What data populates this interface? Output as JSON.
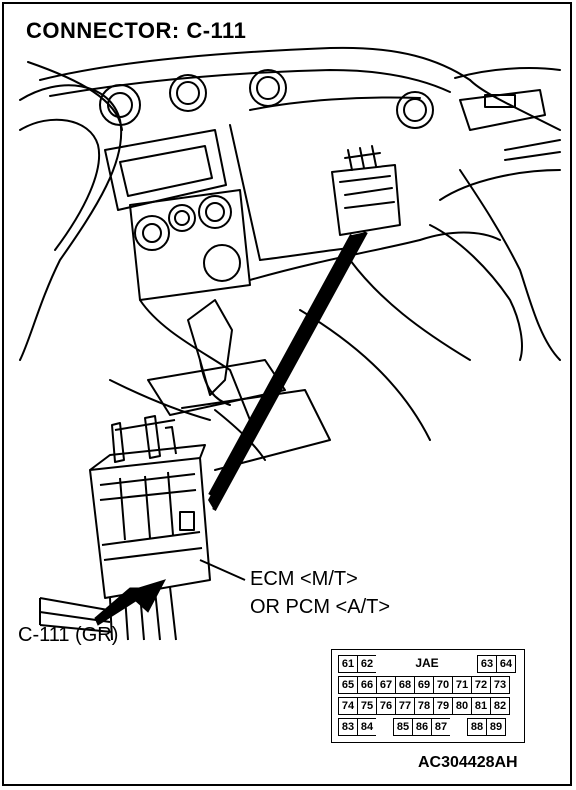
{
  "title": "CONNECTOR: C-111",
  "labels": {
    "ecm": "ECM <M/T>",
    "pcm": "OR PCM <A/T>",
    "connector": "C-111 (GR)"
  },
  "figure_code": "AC304428AH",
  "pinout": {
    "row1": {
      "left": [
        "61",
        "62"
      ],
      "center": "JAE",
      "right": [
        "63",
        "64"
      ]
    },
    "row2": [
      "65",
      "66",
      "67",
      "68",
      "69",
      "70",
      "71",
      "72",
      "73"
    ],
    "row3": [
      "74",
      "75",
      "76",
      "77",
      "78",
      "79",
      "80",
      "81",
      "82"
    ],
    "row4": {
      "left": [
        "83",
        "84"
      ],
      "middle": [
        "85",
        "86",
        "87"
      ],
      "right": [
        "88",
        "89"
      ]
    }
  },
  "icons": [
    "dashboard-illustration",
    "ecm-connector-illustration",
    "arrow-icon"
  ],
  "colors": {
    "line": "#000000",
    "background": "#ffffff"
  }
}
